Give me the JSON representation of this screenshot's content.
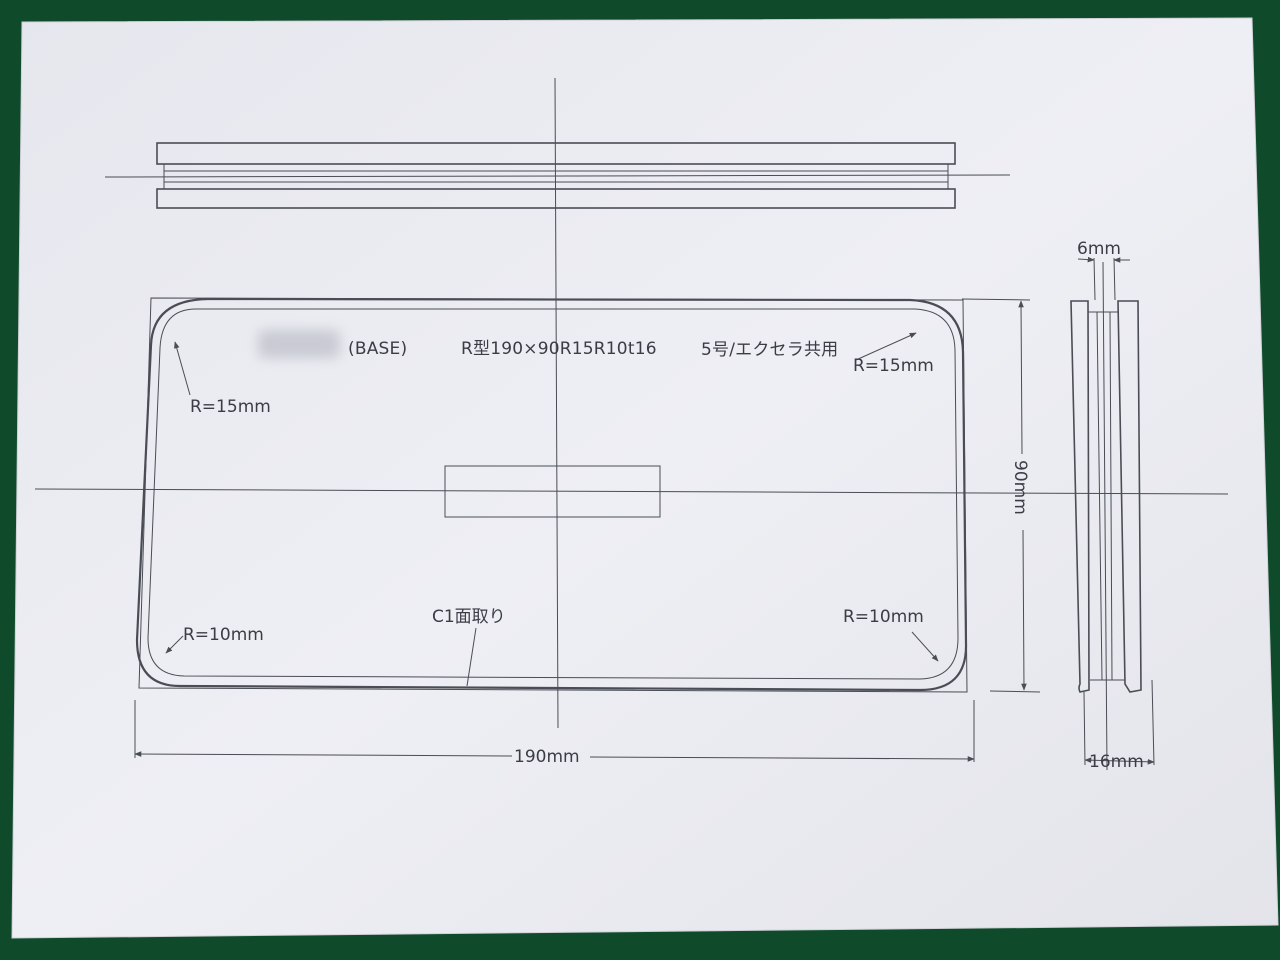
{
  "drawing": {
    "title_part": "(BASE)",
    "spec": "R型190×90R15R10t16",
    "compat": "5号/エクセラ共用",
    "labels": {
      "r15_left": "R=15mm",
      "r15_right": "R=15mm",
      "r10_left": "R=10mm",
      "r10_right": "R=10mm",
      "chamfer": "C1面取り"
    },
    "dimensions": {
      "width": "190mm",
      "height": "90mm",
      "thickness": "16mm",
      "groove": "6mm"
    }
  },
  "colors": {
    "paper": "#e9eaf0",
    "line": "#4a4d56",
    "background": "#0f4a2b",
    "redaction": "#c9cad3"
  }
}
